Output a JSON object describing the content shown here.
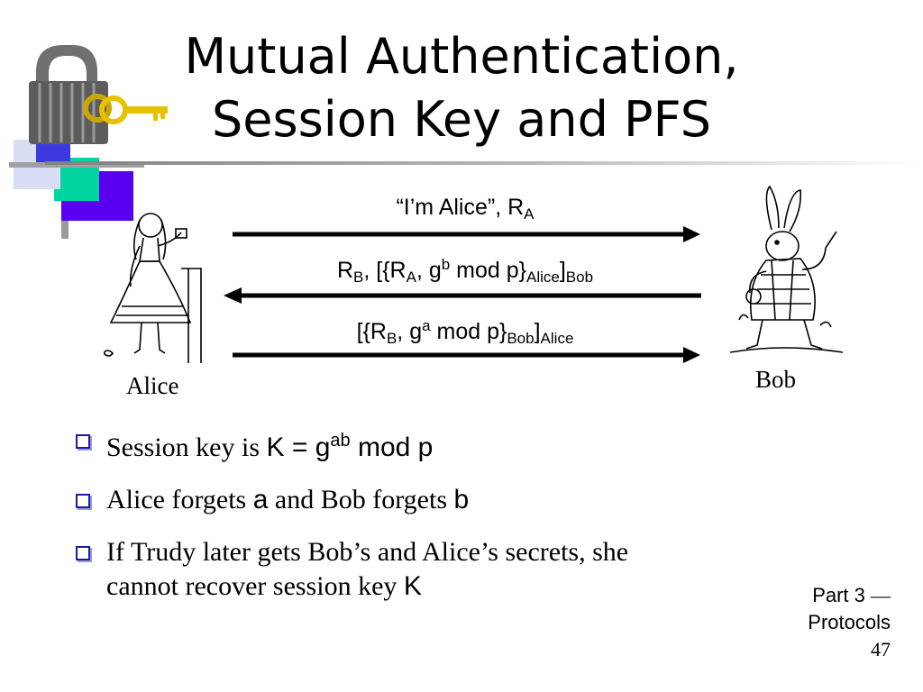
{
  "slide": {
    "title_line1": "Mutual Authentication,",
    "title_line2": "Session Key and PFS"
  },
  "diagram": {
    "alice_name": "Alice",
    "bob_name": "Bob",
    "messages": [
      {
        "direction": "alice-to-bob",
        "label": "“I’m Alice”, R",
        "label_sub": "A"
      },
      {
        "direction": "bob-to-alice",
        "label": "R",
        "sub1": "B",
        "part2": ", [{R",
        "sub2": "A",
        "part3": ", g",
        "sup3": "b",
        "part4": " mod p}",
        "sub4": "Alice",
        "part5": "]",
        "sub5": "Bob"
      },
      {
        "direction": "alice-to-bob",
        "label": "[{R",
        "sub1": "B",
        "part2": ", g",
        "sup2": "a",
        "part3": " mod p}",
        "sub3": "Bob",
        "part4": "]",
        "sub4": "Alice"
      }
    ]
  },
  "bullets": [
    {
      "text1": "Session key is ",
      "math": "K = g",
      "math_sup": "ab",
      "math_end": " mod p"
    },
    {
      "text1": "Alice forgets ",
      "var1": "a",
      "text2": " and Bob forgets ",
      "var2": "b"
    },
    {
      "line1": "If Trudy later gets Bob’s and Alice’s secrets, she",
      "line2": "cannot recover session key ",
      "var": "K"
    }
  ],
  "footer": {
    "part": "Part 3 ",
    "dash": "—",
    "section": "Protocols",
    "page": "47"
  },
  "colors": {
    "bullet_box": "#1a1aa6",
    "accent_purple": "#5500ee",
    "accent_teal": "#00cc99"
  },
  "icons": [
    "padlock-with-keys-logo",
    "alice-illustration",
    "white-rabbit-illustration"
  ]
}
